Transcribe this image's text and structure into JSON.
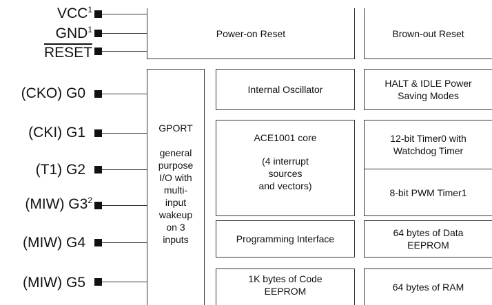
{
  "pins": [
    {
      "id": "vcc",
      "label": "VCC",
      "sup": "1"
    },
    {
      "id": "gnd",
      "label": "GND",
      "sup": "1"
    },
    {
      "id": "reset",
      "label": "RESET",
      "sup": ""
    },
    {
      "id": "g0",
      "label": "(CKO)  G0",
      "sup": ""
    },
    {
      "id": "g1",
      "label": "(CKI)  G1",
      "sup": ""
    },
    {
      "id": "g2",
      "label": "(T1)  G2",
      "sup": ""
    },
    {
      "id": "g3",
      "label": "(MIW)  G3",
      "sup": "2"
    },
    {
      "id": "g4",
      "label": "(MIW)  G4",
      "sup": ""
    },
    {
      "id": "g5",
      "label": "(MIW)  G5",
      "sup": ""
    }
  ],
  "blocks": {
    "power_on_reset": "Power-on Reset",
    "brown_out_reset": "Brown-out Reset",
    "gport_title": "GPORT",
    "gport_desc": "general\npurpose\nI/O with\nmulti-\ninput\nwakeup\non 3\ninputs",
    "internal_oscillator": "Internal Oscillator",
    "halt_idle": "HALT & IDLE Power\nSaving Modes",
    "core_title": "ACE1001 core",
    "core_desc": "(4 interrupt\nsources\nand vectors)",
    "timer0": "12-bit Timer0 with\nWatchdog Timer",
    "pwm_timer1": "8-bit PWM Timer1",
    "programming_interface": "Programming Interface",
    "data_eeprom": "64 bytes of Data\nEEPROM",
    "code_eeprom": "1K bytes of Code\nEEPROM",
    "ram": "64 bytes of RAM"
  }
}
